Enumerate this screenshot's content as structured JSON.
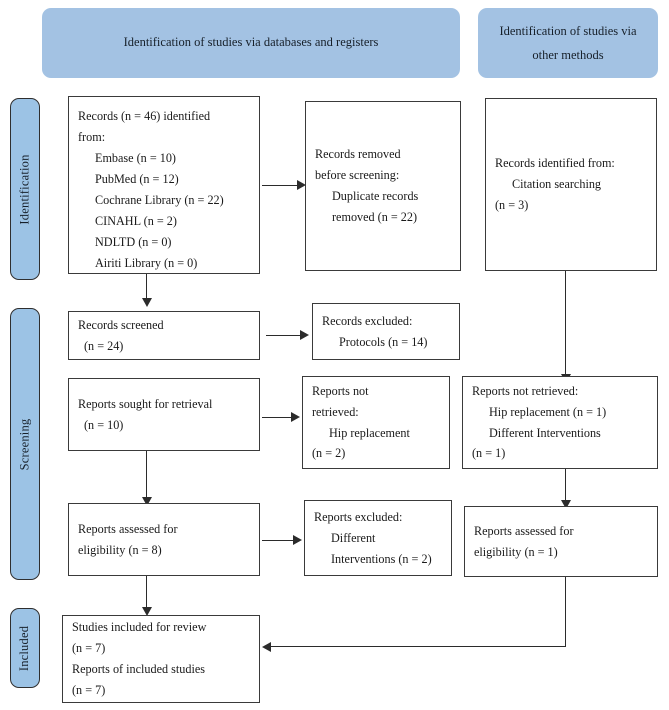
{
  "colors": {
    "banner_blue": "#a3c2e3",
    "stage_blue": "#9cc3e5",
    "box_border": "#3a3a3a",
    "connector": "#2b2b2b",
    "background": "#ffffff"
  },
  "banners": {
    "databases": "Identification of studies via databases and registers",
    "other_methods_line1": "Identification of studies via",
    "other_methods_line2": "other methods"
  },
  "stages": {
    "identification": "Identification",
    "screening": "Screening",
    "included": "Included"
  },
  "boxes": {
    "records_identified": {
      "l1": "Records (n = 46) identified",
      "l2": "from:",
      "l3": "Embase (n = 10)",
      "l4": "PubMed (n = 12)",
      "l5": "Cochrane Library (n = 22)",
      "l6": "CINAHL (n = 2)",
      "l7": "NDLTD (n = 0)",
      "l8": "Airiti Library (n = 0)"
    },
    "records_removed": {
      "l1": "Records removed",
      "l2": "before screening:",
      "l3": "Duplicate records",
      "l4": "removed (n = 22)"
    },
    "records_identified_other": {
      "l1": "Records identified from:",
      "l2": "Citation searching",
      "l3": "(n = 3)"
    },
    "records_screened": {
      "l1": "Records screened",
      "l2": "(n = 24)"
    },
    "records_excluded": {
      "l1": "Records excluded:",
      "l2": "Protocols (n = 14)"
    },
    "reports_sought": {
      "l1": "Reports sought for retrieval",
      "l2": "(n = 10)"
    },
    "reports_not_retrieved": {
      "l1": "Reports not",
      "l2": "retrieved:",
      "l3": "Hip replacement",
      "l4": "(n = 2)"
    },
    "reports_not_retrieved_other": {
      "l1": "Reports not retrieved:",
      "l2": "Hip replacement (n = 1)",
      "l3": "Different Interventions",
      "l4": "(n = 1)"
    },
    "reports_assessed": {
      "l1": "Reports assessed for",
      "l2": "eligibility (n = 8)"
    },
    "reports_excluded": {
      "l1": "Reports excluded:",
      "l2": "Different",
      "l3": "Interventions (n = 2)"
    },
    "reports_assessed_other": {
      "l1": "Reports assessed for",
      "l2": "eligibility (n = 1)"
    },
    "studies_included": {
      "l1": "Studies included for review",
      "l2": "(n = 7)",
      "l3": "Reports of included studies",
      "l4": "(n = 7)"
    }
  }
}
